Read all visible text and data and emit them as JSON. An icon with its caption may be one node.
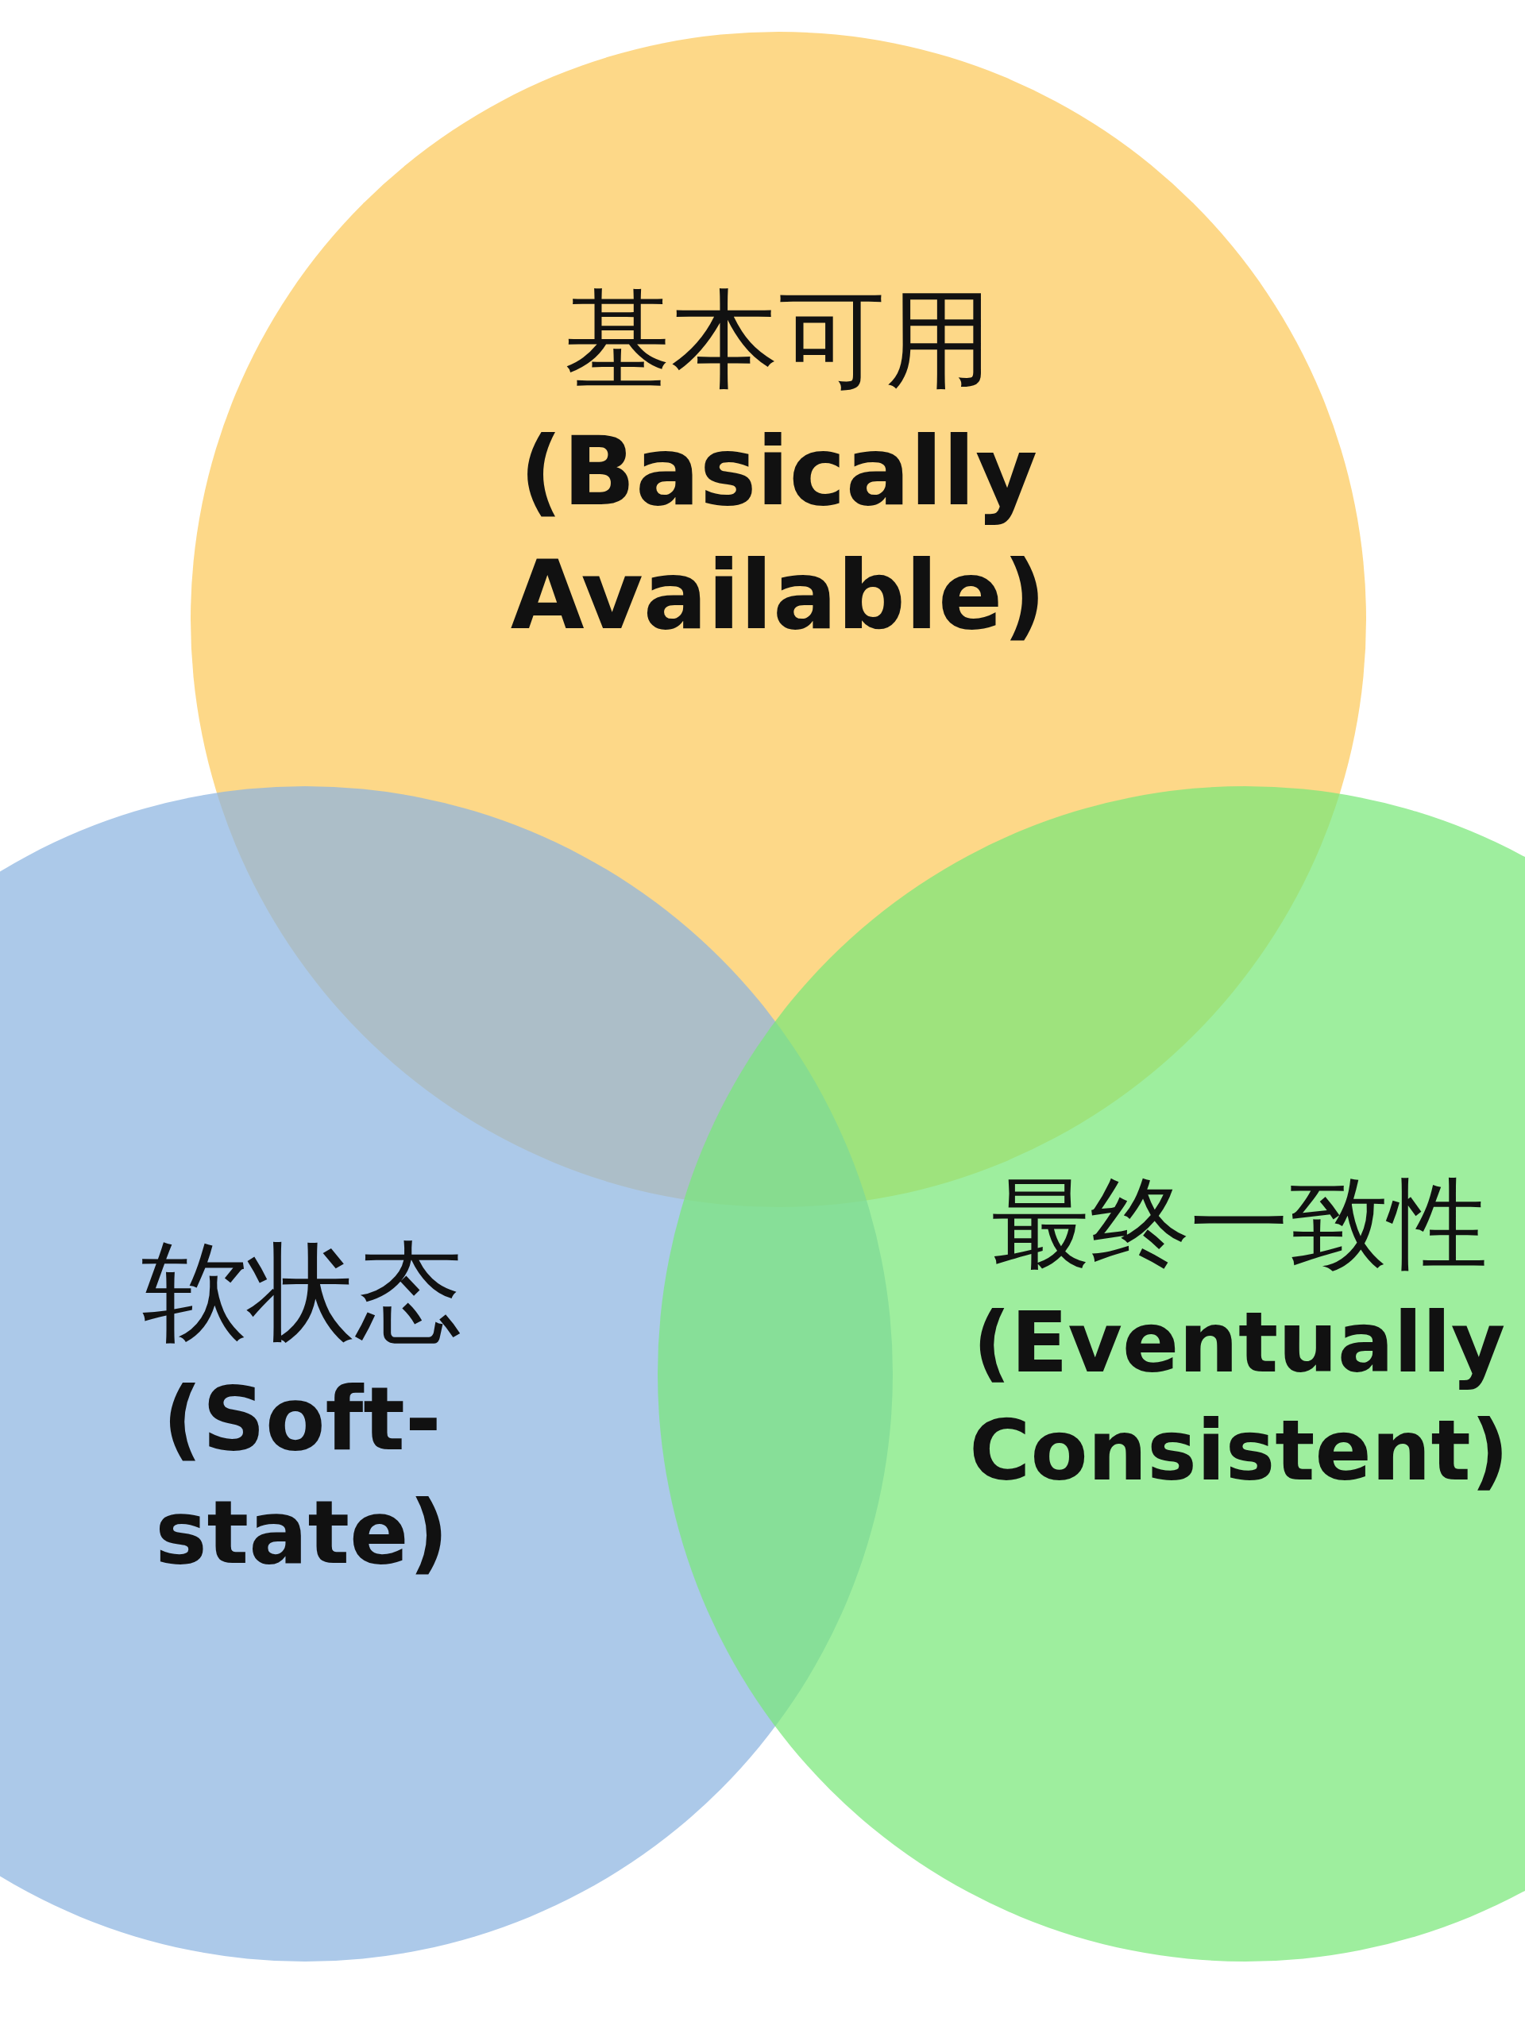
{
  "diagram": {
    "nodes": [
      {
        "text": [
          "基本可用",
          "(Basically Available)"
        ]
      },
      {
        "text": [
          "软状态",
          "(Soft-state)"
        ]
      },
      {
        "text": [
          "最终一致性",
          "(Eventually Consistent)"
        ]
      }
    ]
  }
}
